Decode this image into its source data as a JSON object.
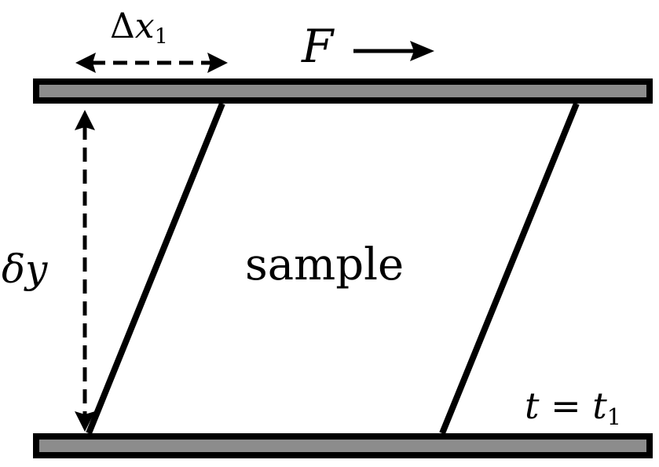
{
  "diagram": {
    "label_delta_x": {
      "symbol": "Δ",
      "var": "x",
      "sub": "1"
    },
    "label_force": "F",
    "label_delta_y": {
      "symbol": "δ",
      "var": "y"
    },
    "label_sample": "sample",
    "label_time": {
      "var": "t",
      "eq": "=",
      "rhs_var": "t",
      "rhs_sub": "1"
    }
  },
  "colors": {
    "plate_fill": "#8c8c8c",
    "stroke": "#000000",
    "background": "#ffffff"
  }
}
